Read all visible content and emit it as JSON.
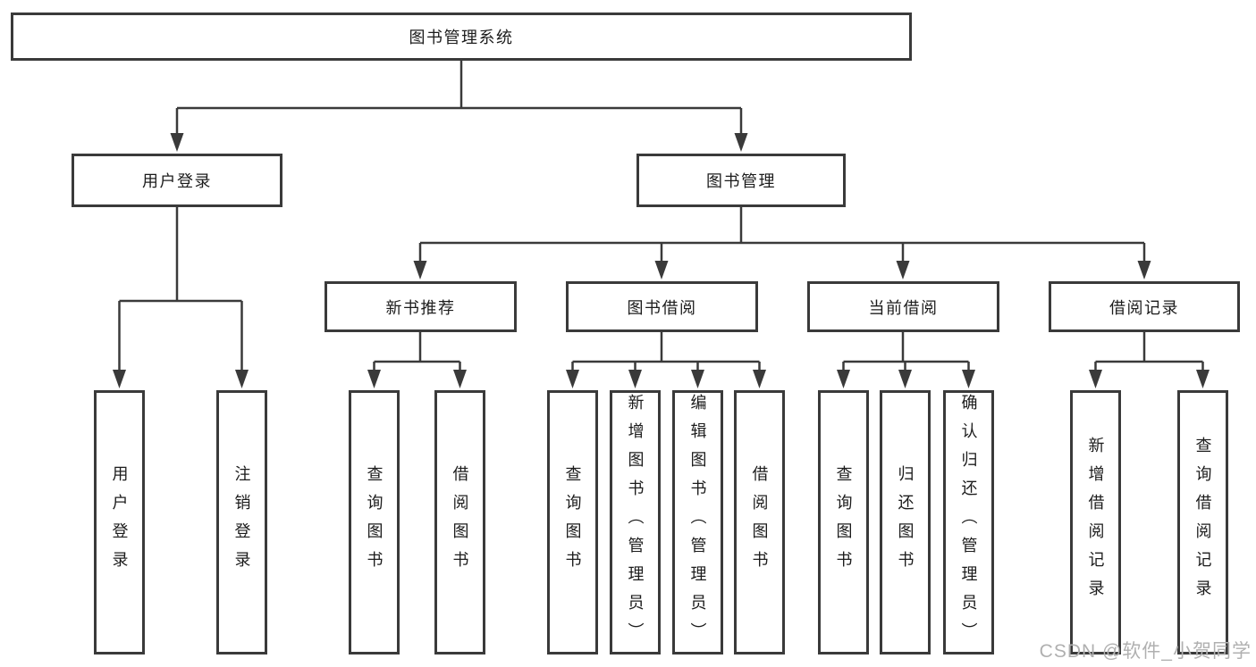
{
  "diagram": {
    "root": {
      "label": "图书管理系统"
    },
    "level2": [
      {
        "label": "用户登录"
      },
      {
        "label": "图书管理"
      }
    ],
    "level3": [
      {
        "label": "新书推荐"
      },
      {
        "label": "图书借阅"
      },
      {
        "label": "当前借阅"
      },
      {
        "label": "借阅记录"
      }
    ],
    "leaves": [
      {
        "label": "用户登录",
        "parent": "用户登录"
      },
      {
        "label": "注销登录",
        "parent": "用户登录"
      },
      {
        "label": "查询图书",
        "parent": "新书推荐"
      },
      {
        "label": "借阅图书",
        "parent": "新书推荐"
      },
      {
        "label": "查询图书",
        "parent": "图书借阅"
      },
      {
        "label": "新增图书（管理员）",
        "parent": "图书借阅"
      },
      {
        "label": "编辑图书（管理员）",
        "parent": "图书借阅"
      },
      {
        "label": "借阅图书",
        "parent": "图书借阅"
      },
      {
        "label": "查询图书",
        "parent": "当前借阅"
      },
      {
        "label": "归还图书",
        "parent": "当前借阅"
      },
      {
        "label": "确认归还（管理员）",
        "parent": "当前借阅"
      },
      {
        "label": "新增借阅记录",
        "parent": "借阅记录"
      },
      {
        "label": "查询借阅记录",
        "parent": "借阅记录"
      }
    ]
  },
  "watermark": "CSDN @软件_小贺同学",
  "colors": {
    "line": "#3a3a3a",
    "box_border": "#3a3a3a",
    "text": "#1c1c1c",
    "watermark": "#b0b0b0",
    "background": "#ffffff"
  }
}
